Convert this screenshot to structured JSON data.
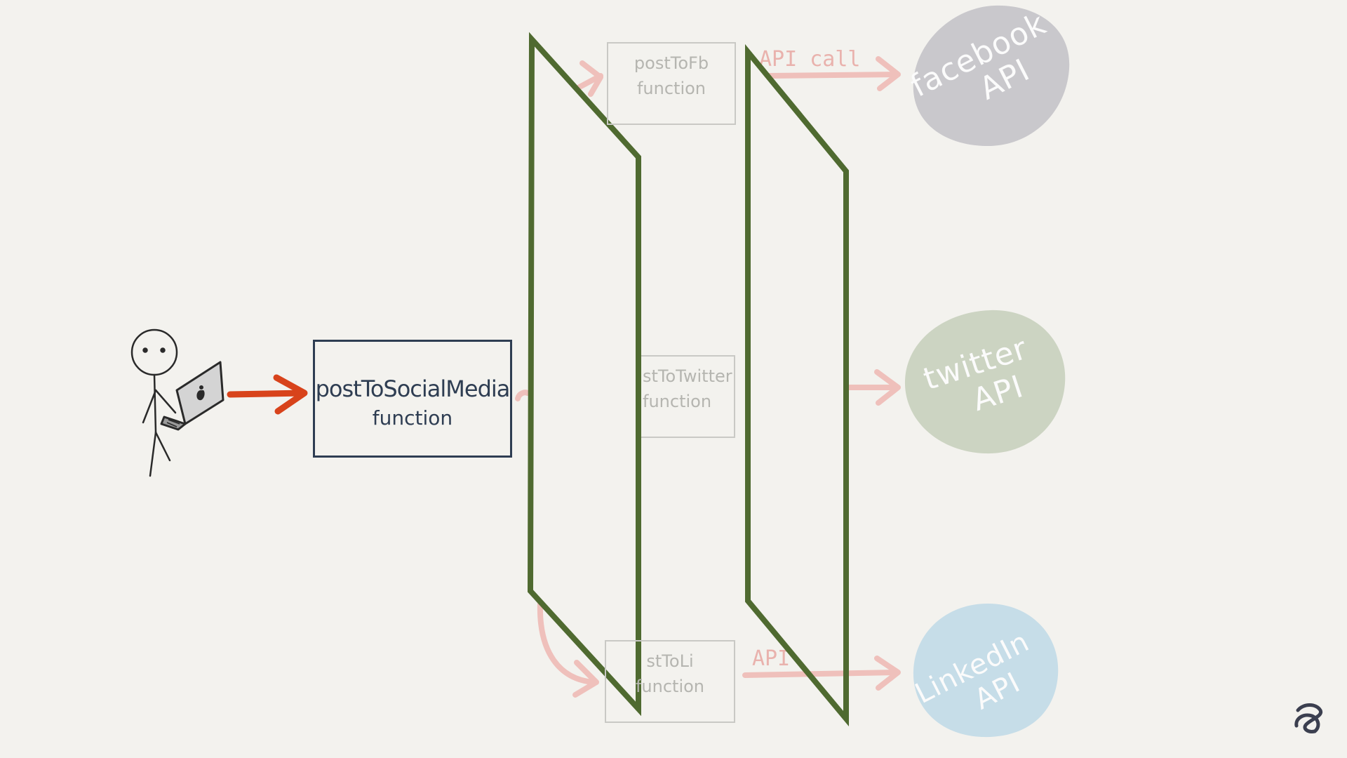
{
  "diagram": {
    "user": {
      "label": ""
    },
    "main_function": {
      "line1": "postToSocialMedia",
      "line2": "function"
    },
    "functions": [
      {
        "id": "fb",
        "line1": "postToFb",
        "line2": "function"
      },
      {
        "id": "twitter",
        "line1": "stToTwitter",
        "line2": "function"
      },
      {
        "id": "li",
        "line1": "stToLi",
        "line2": "function"
      }
    ],
    "api_call_labels": {
      "top": "API call",
      "bottom": "API"
    },
    "apis": [
      {
        "id": "facebook",
        "line1": "facebook",
        "line2": "API",
        "color": "#c9c8cc"
      },
      {
        "id": "twitter",
        "line1": "twitter",
        "line2": "API",
        "color": "#ccd4c2"
      },
      {
        "id": "linkedin",
        "line1": "LinkedIn",
        "line2": "API",
        "color": "#c6dde8"
      }
    ],
    "colors": {
      "arrow_primary": "#d8431b",
      "arrow_faded": "#efc0bb",
      "panel": "#4f6a30",
      "ink": "#2e3d52",
      "background": "#f3f2ee"
    }
  }
}
